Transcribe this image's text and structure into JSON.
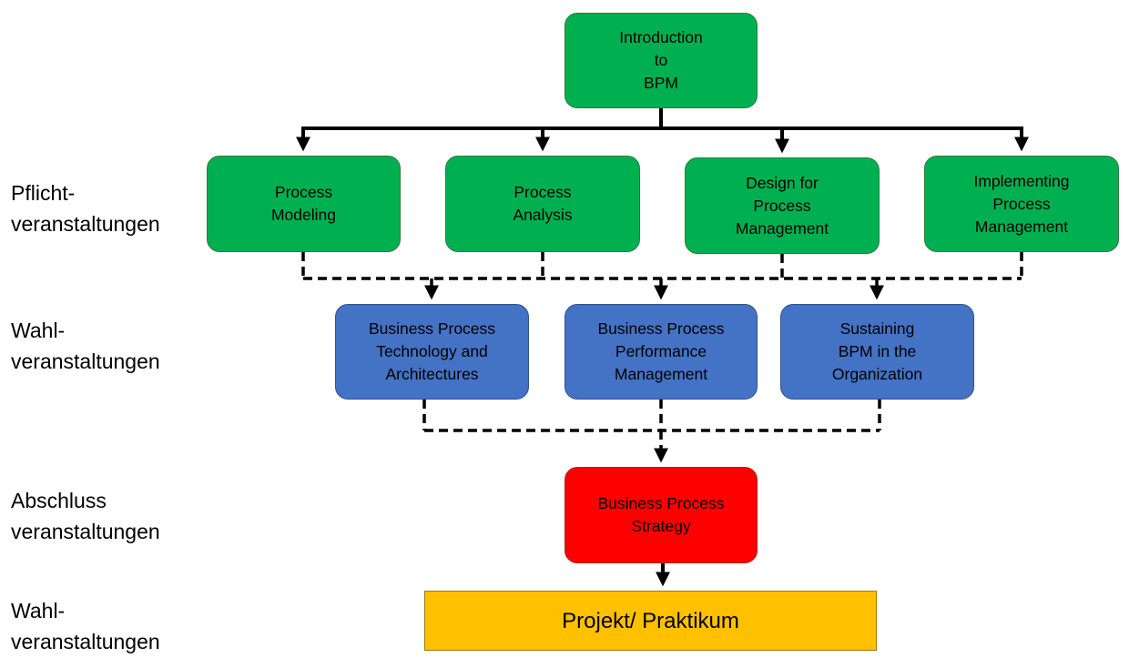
{
  "row_labels": {
    "pflicht": "Pflicht-\nveranstaltungen",
    "wahl_1": "Wahl-\nveranstaltungen",
    "abschluss": "Abschluss\nveranstaltungen",
    "wahl_2": "Wahl-\nveranstaltungen"
  },
  "nodes": {
    "intro": "Introduction\nto\nBPM",
    "process_modeling": "Process\nModeling",
    "process_analysis": "Process\nAnalysis",
    "design_pm": "Design for\nProcess\nManagement",
    "implementing_pm": "Implementing\nProcess\nManagement",
    "bp_technology": "Business Process\nTechnology and\nArchitectures",
    "bp_performance": "Business Process\nPerformance\nManagement",
    "sustaining_bpm": "Sustaining\nBPM in the\nOrganization",
    "bp_strategy": "Business Process\nStrategy",
    "projekt": "Projekt/ Praktikum"
  },
  "colors": {
    "required": "#00b050",
    "elective": "#4472c4",
    "final": "#ff0000",
    "project": "#ffc000"
  }
}
